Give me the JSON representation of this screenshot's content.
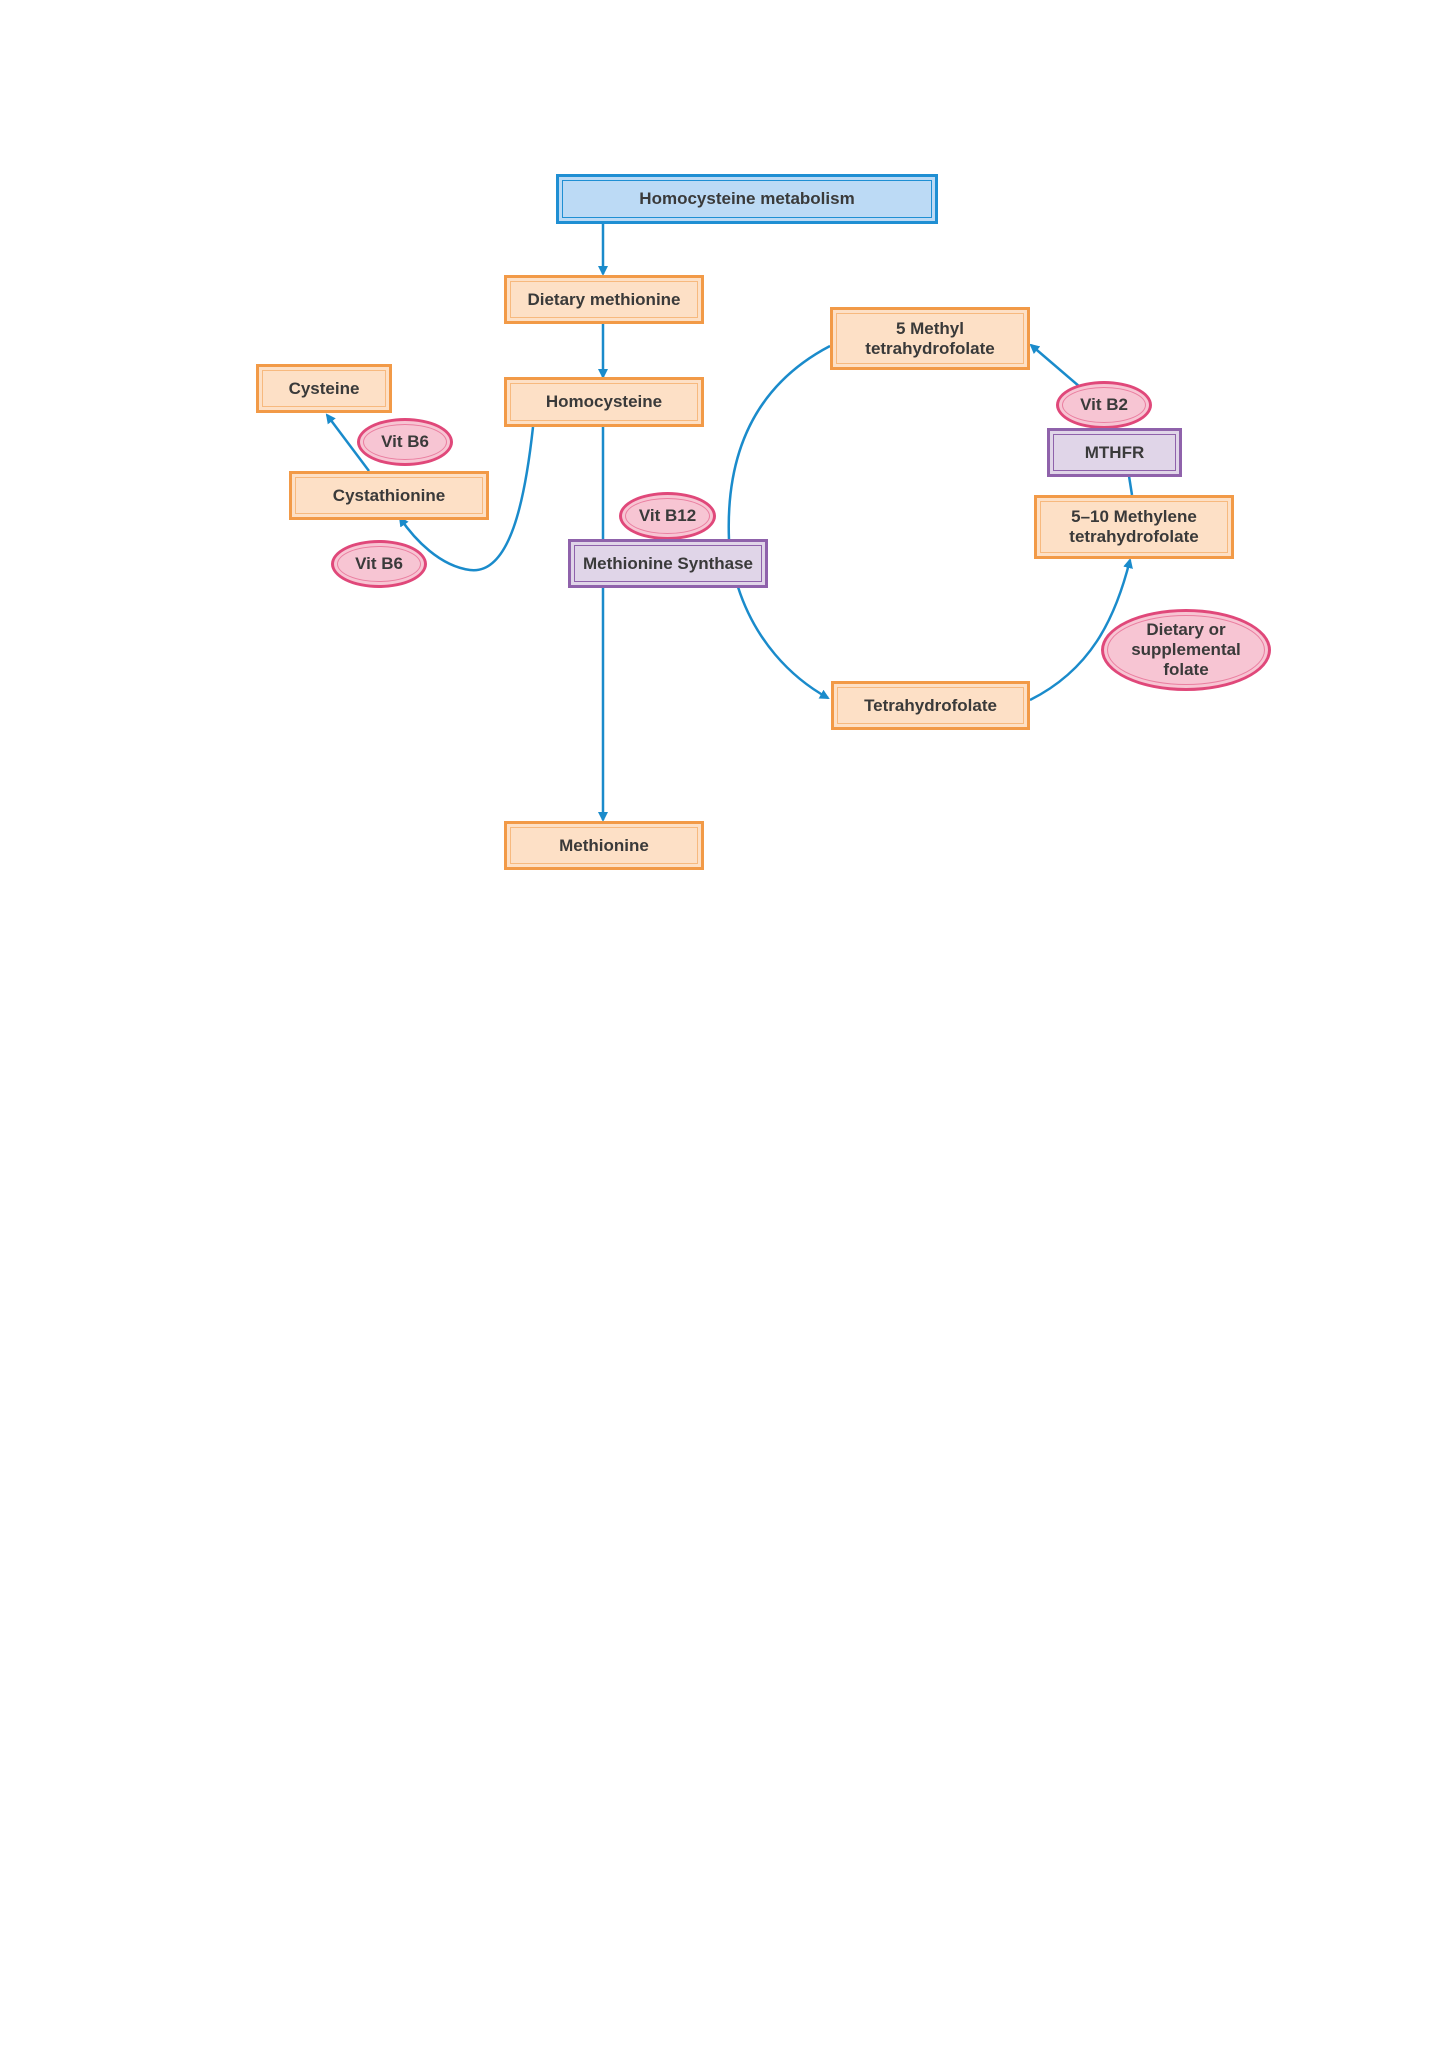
{
  "diagram": {
    "title": "Homocysteine metabolism",
    "nodes": {
      "dietary_methionine": "Dietary methionine",
      "homocysteine": "Homocysteine",
      "cysteine": "Cysteine",
      "cystathionine": "Cystathionine",
      "vit_b6_upper": "Vit B6",
      "vit_b6_lower": "Vit B6",
      "vit_b12": "Vit B12",
      "methionine_synthase": "Methionine Synthase",
      "methionine": "Methionine",
      "methyl_thf": "5 Methyl\ntetrahydrofolate",
      "vit_b2": "Vit B2",
      "mthfr": "MTHFR",
      "methylene_thf": "5–10 Methylene\ntetrahydrofolate",
      "dietary_folate": "Dietary or\nsupplemental\nfolate",
      "tetrahydrofolate": "Tetrahydrofolate"
    },
    "colors": {
      "arrow": "#1a8bcb",
      "title_fill": "#bcdaf5",
      "metabolite_fill": "#fde0c6",
      "metabolite_border": "#f29a47",
      "enzyme_fill": "#e0d5e8",
      "enzyme_border": "#8f62ab",
      "cofactor_fill": "#f7c5d3",
      "cofactor_border": "#e0487a"
    }
  }
}
